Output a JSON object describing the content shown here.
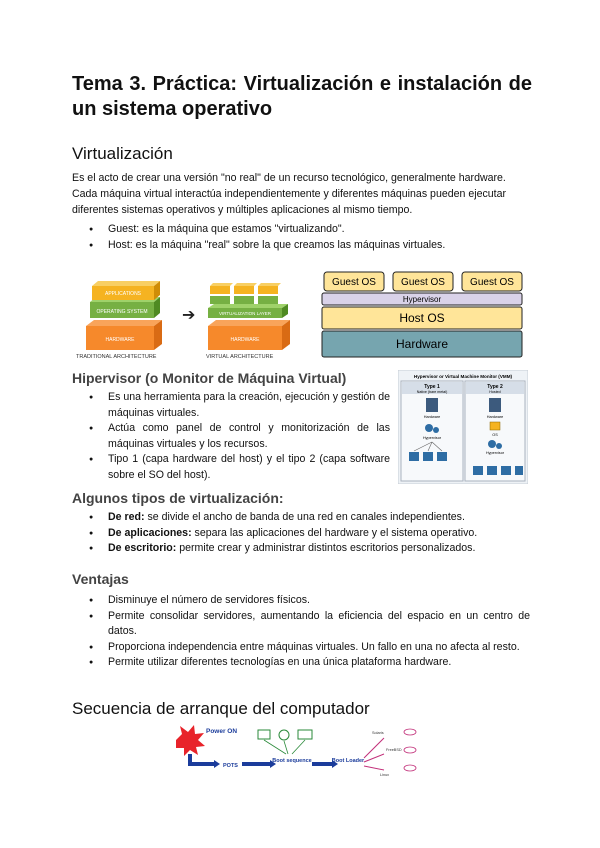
{
  "title": "Tema 3. Práctica: Virtualización e instalación de un sistema operativo",
  "virtualizacion": {
    "heading": "Virtualización",
    "intro": "Es el acto de crear una versión \"no real\" de un recurso tecnológico, generalmente hardware. Cada máquina virtual interactúa independientemente y diferentes máquinas pueden ejecutar diferentes sistemas operativos y múltiples aplicaciones al mismo tiempo.",
    "bullets": [
      "Guest: es la máquina que estamos \"virtualizando\".",
      "Host: es la máquina \"real\" sobre la que creamos las máquinas virtuales."
    ]
  },
  "arch_figure": {
    "left_layers": [
      "APPLICATIONS",
      "OPERATING SYSTEM",
      "HARDWARE"
    ],
    "left_caption": "TRADITIONAL ARCHITECTURE",
    "right_layers": [
      "VIRTUALIZATION LAYER",
      "HARDWARE"
    ],
    "right_caption": "VIRTUAL ARCHITECTURE",
    "arrow": "➔"
  },
  "stack_figure": {
    "guests": [
      "Guest OS",
      "Guest OS",
      "Guest OS"
    ],
    "hypervisor": "Hypervisor",
    "host": "Host OS",
    "hardware": "Hardware"
  },
  "hipervisor": {
    "heading": "Hipervisor (o Monitor de Máquina Virtual)",
    "bullets": [
      "Es una herramienta para la creación, ejecución y gestión de máquinas virtuales.",
      "Actúa como panel de control y monitorización de las máquinas virtuales y los recursos.",
      "Tipo 1 (capa hardware del host) y el tipo 2 (capa software sobre el SO del host)."
    ],
    "figure": {
      "title": "Hypervisor or Virtual Machine Monitor (VMM)",
      "type1": "Type 1",
      "type1_sub": "Native (bare metal)",
      "type2": "Type 2",
      "type2_sub": "Hosted",
      "hardware": "Hardware",
      "hypervisor": "Hypervisor",
      "host_os": "OS"
    }
  },
  "tipos": {
    "heading": "Algunos tipos de virtualización:",
    "bullets": [
      {
        "bold": "De red:",
        "text": " se divide el ancho de banda de una red en canales independientes."
      },
      {
        "bold": "De aplicaciones:",
        "text": " separa las aplicaciones del hardware y el sistema operativo."
      },
      {
        "bold": "De escritorio:",
        "text": " permite crear y administrar distintos escritorios personalizados."
      }
    ]
  },
  "ventajas": {
    "heading": "Ventajas",
    "bullets": [
      "Disminuye el número de servidores físicos.",
      "Permite consolidar servidores, aumentando la eficiencia del espacio en un centro de datos.",
      "Proporciona independencia entre máquinas virtuales. Un fallo en una no afecta al resto.",
      "Permite utilizar diferentes tecnologías en una única plataforma hardware."
    ]
  },
  "arranque": {
    "heading": "Secuencia de arranque del computador",
    "figure": {
      "power": "Power ON",
      "pots": "POTS",
      "boot_seq": "Boot sequence",
      "boot_loader": "Boot Loader",
      "right_labels": [
        "Solaris",
        "FreeBSD",
        "Linux"
      ]
    }
  },
  "colors": {
    "yellow_box": "#ffe599",
    "purple_box": "#d9d2e9",
    "host_box": "#ffe599",
    "hardware_box": "#76a5af",
    "orange_layer": "#f6892b",
    "green_layer": "#76b043",
    "app_layer": "#f5b321"
  }
}
